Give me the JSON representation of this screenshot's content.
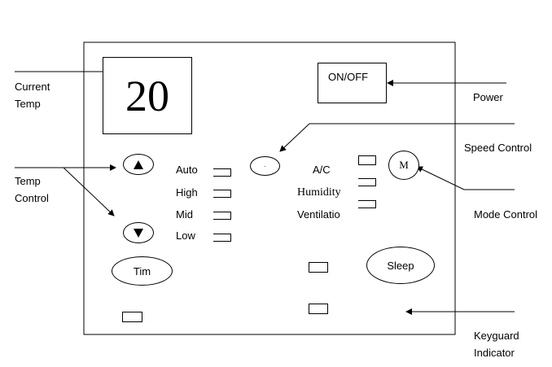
{
  "callouts": {
    "current_temp": "Current\nTemp",
    "temp_control": "Temp\nControl",
    "power": "Power",
    "speed_control": "Speed Control",
    "mode_control": "Mode Control",
    "keyguard": "Keyguard\nIndicator"
  },
  "panel": {
    "display_value": "20",
    "power_label": "ON/OFF",
    "speeds": [
      "Auto",
      "High",
      "Mid",
      "Low"
    ],
    "modes": [
      "A/C",
      "Humidity",
      "Ventilatio"
    ],
    "mode_button": "M",
    "timer_button": "Tim",
    "sleep_button": "Sleep",
    "speed_button": "·"
  }
}
